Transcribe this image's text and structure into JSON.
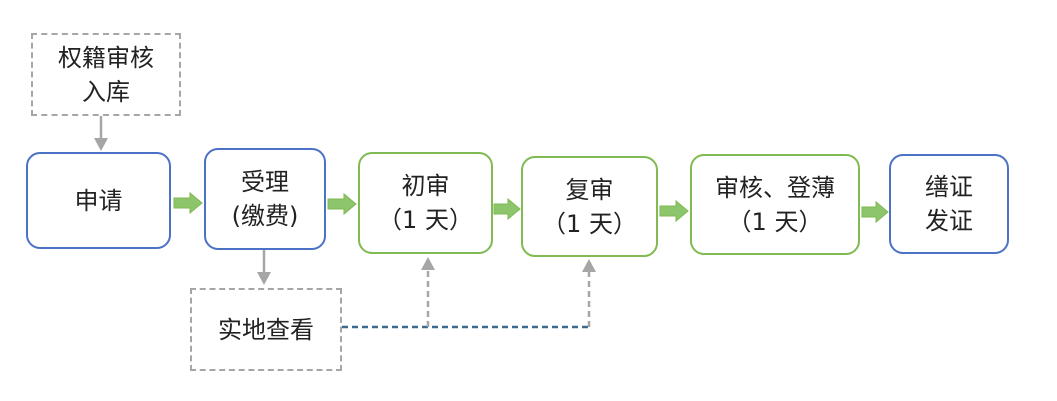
{
  "diagram": {
    "nodes": {
      "quanji": {
        "lines": [
          "权籍审核",
          "入库"
        ]
      },
      "shenqing": {
        "lines": [
          "申请"
        ]
      },
      "shouli": {
        "lines": [
          "受理",
          "(缴费)"
        ]
      },
      "chushen": {
        "lines": [
          "初审",
          "（1 天）"
        ]
      },
      "fushen": {
        "lines": [
          "复审",
          "（1 天）"
        ]
      },
      "shenhe": {
        "lines": [
          "审核、登薄",
          "（1 天）"
        ]
      },
      "shanzheng": {
        "lines": [
          "缮证",
          "发证"
        ]
      },
      "shidi": {
        "lines": [
          "实地查看"
        ]
      }
    },
    "colors": {
      "blue_border": "#4b72c6",
      "green_border": "#7fba52",
      "gray_border": "#a6a6a6",
      "green_arrow": "#8cc56b",
      "gray_arrow": "#a6a6a6",
      "dashed_blue_line": "#3c6a8c"
    }
  }
}
